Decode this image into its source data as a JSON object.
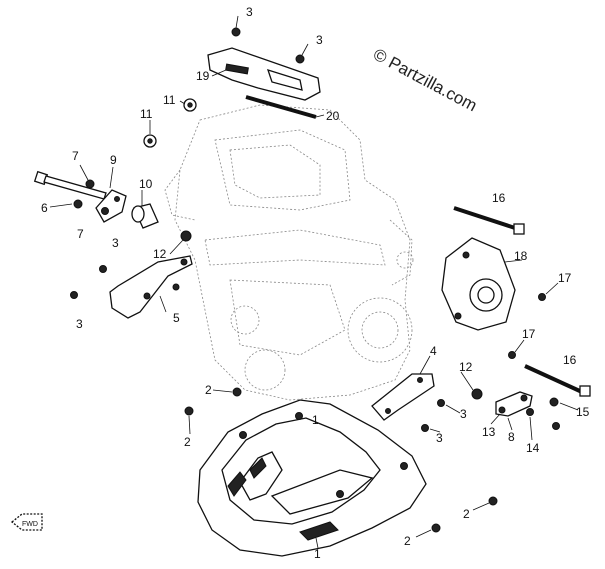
{
  "watermark": "© Partzilla.com",
  "fwd_mark": "FWD",
  "callouts": [
    {
      "id": "c-3a",
      "text": "3"
    },
    {
      "id": "c-3b",
      "text": "3"
    },
    {
      "id": "c-19",
      "text": "19"
    },
    {
      "id": "c-11a",
      "text": "11"
    },
    {
      "id": "c-11b",
      "text": "11"
    },
    {
      "id": "c-20",
      "text": "20"
    },
    {
      "id": "c-7a",
      "text": "7"
    },
    {
      "id": "c-9",
      "text": "9"
    },
    {
      "id": "c-10",
      "text": "10"
    },
    {
      "id": "c-6",
      "text": "6"
    },
    {
      "id": "c-7b",
      "text": "7"
    },
    {
      "id": "c-3c",
      "text": "3"
    },
    {
      "id": "c-12a",
      "text": "12"
    },
    {
      "id": "c-3d",
      "text": "3"
    },
    {
      "id": "c-5",
      "text": "5"
    },
    {
      "id": "c-16a",
      "text": "16"
    },
    {
      "id": "c-18",
      "text": "18"
    },
    {
      "id": "c-17a",
      "text": "17"
    },
    {
      "id": "c-17b",
      "text": "17"
    },
    {
      "id": "c-4",
      "text": "4"
    },
    {
      "id": "c-16b",
      "text": "16"
    },
    {
      "id": "c-12b",
      "text": "12"
    },
    {
      "id": "c-2a",
      "text": "2"
    },
    {
      "id": "c-3e",
      "text": "3"
    },
    {
      "id": "c-3f",
      "text": "3"
    },
    {
      "id": "c-15",
      "text": "15"
    },
    {
      "id": "c-2b",
      "text": "2"
    },
    {
      "id": "c-13",
      "text": "13"
    },
    {
      "id": "c-8",
      "text": "8"
    },
    {
      "id": "c-14",
      "text": "14"
    },
    {
      "id": "c-2c",
      "text": "2"
    },
    {
      "id": "c-2d",
      "text": "2"
    },
    {
      "id": "c-1a",
      "text": "1"
    },
    {
      "id": "c-1b",
      "text": "1"
    }
  ]
}
